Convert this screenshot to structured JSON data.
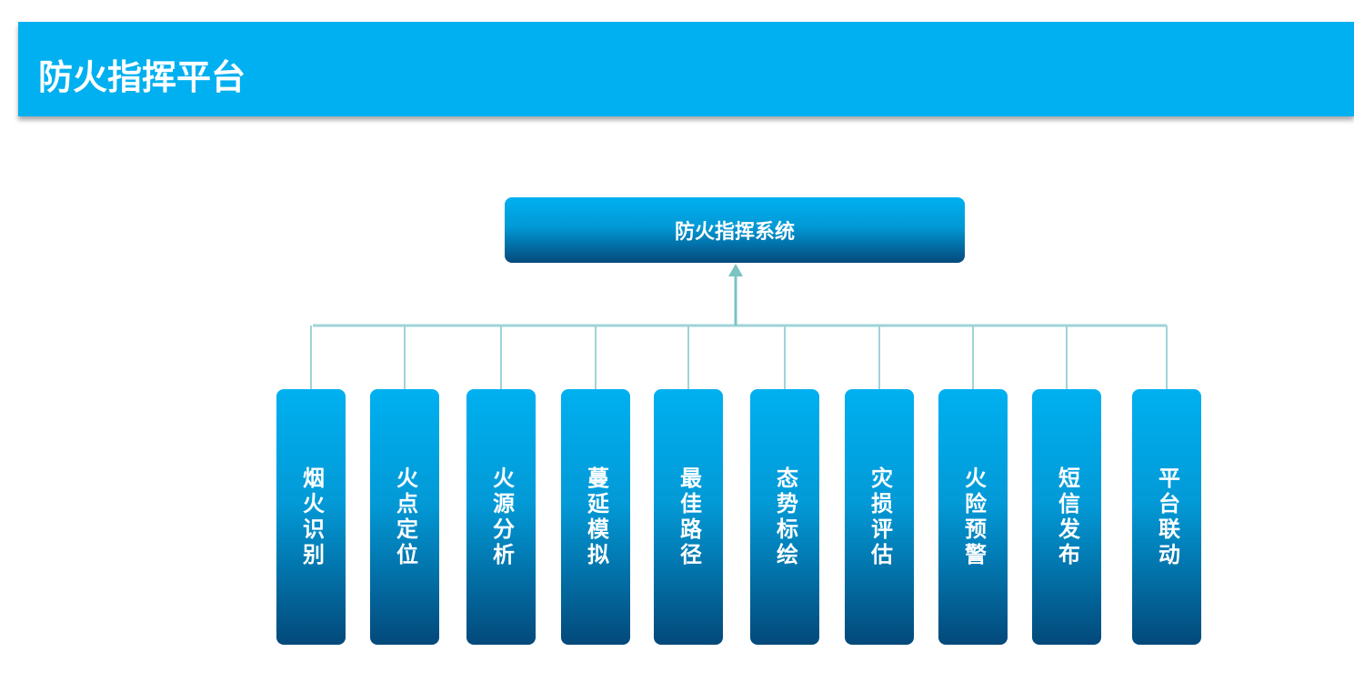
{
  "header": {
    "title": "防火指挥平台"
  },
  "root": {
    "label": "防火指挥系统"
  },
  "children": [
    "烟火识别",
    "火点定位",
    "火源分析",
    "蔓延模拟",
    "最佳路径",
    "态势标绘",
    "灾损评估",
    "火险预警",
    "短信发布",
    "平台联动"
  ],
  "colors": {
    "header": "#00b0f0",
    "connector": "#9fd3d8",
    "arrow": "#7cc3c3"
  }
}
